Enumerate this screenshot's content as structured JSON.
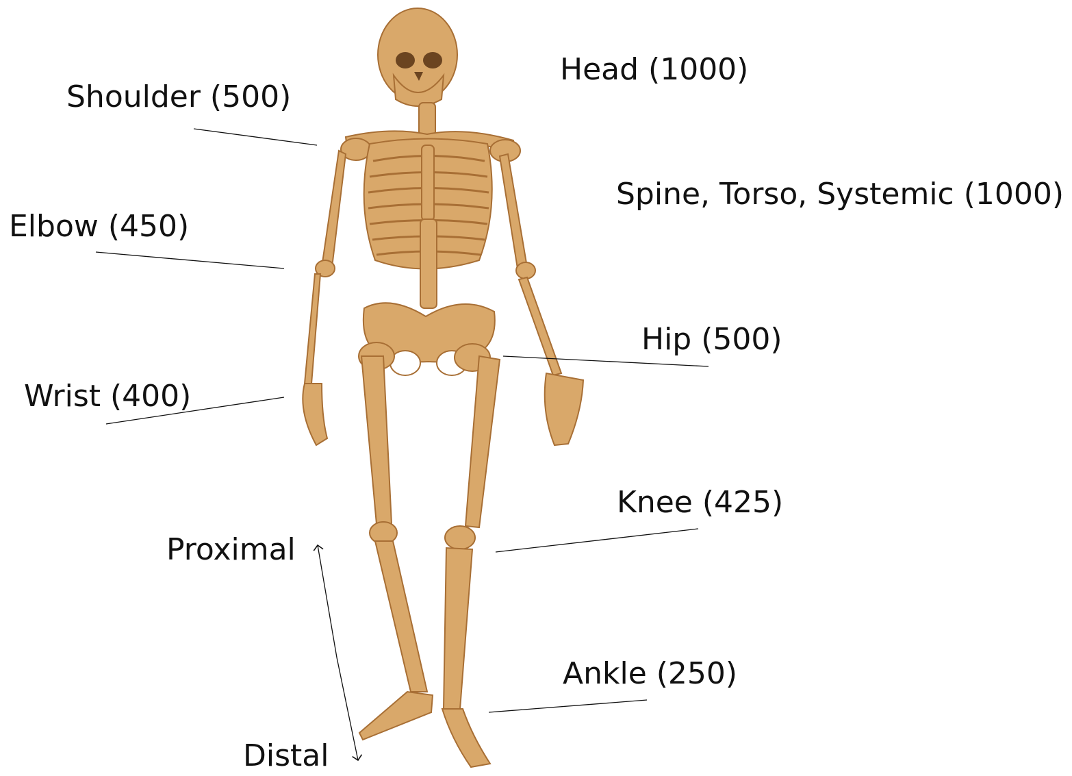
{
  "labels": {
    "head": "Head (1000)",
    "shoulder": "Shoulder (500)",
    "spine": "Spine, Torso, Systemic (1000)",
    "elbow": "Elbow (450)",
    "hip": "Hip (500)",
    "wrist": "Wrist (400)",
    "knee": "Knee (425)",
    "proximal": "Proximal",
    "ankle": "Ankle (250)",
    "distal": "Distal"
  },
  "colors": {
    "bone": "#d9a86a",
    "bone_shade": "#a86f35",
    "bone_dark": "#6b4420",
    "leader": "#111111",
    "text": "#111111"
  }
}
